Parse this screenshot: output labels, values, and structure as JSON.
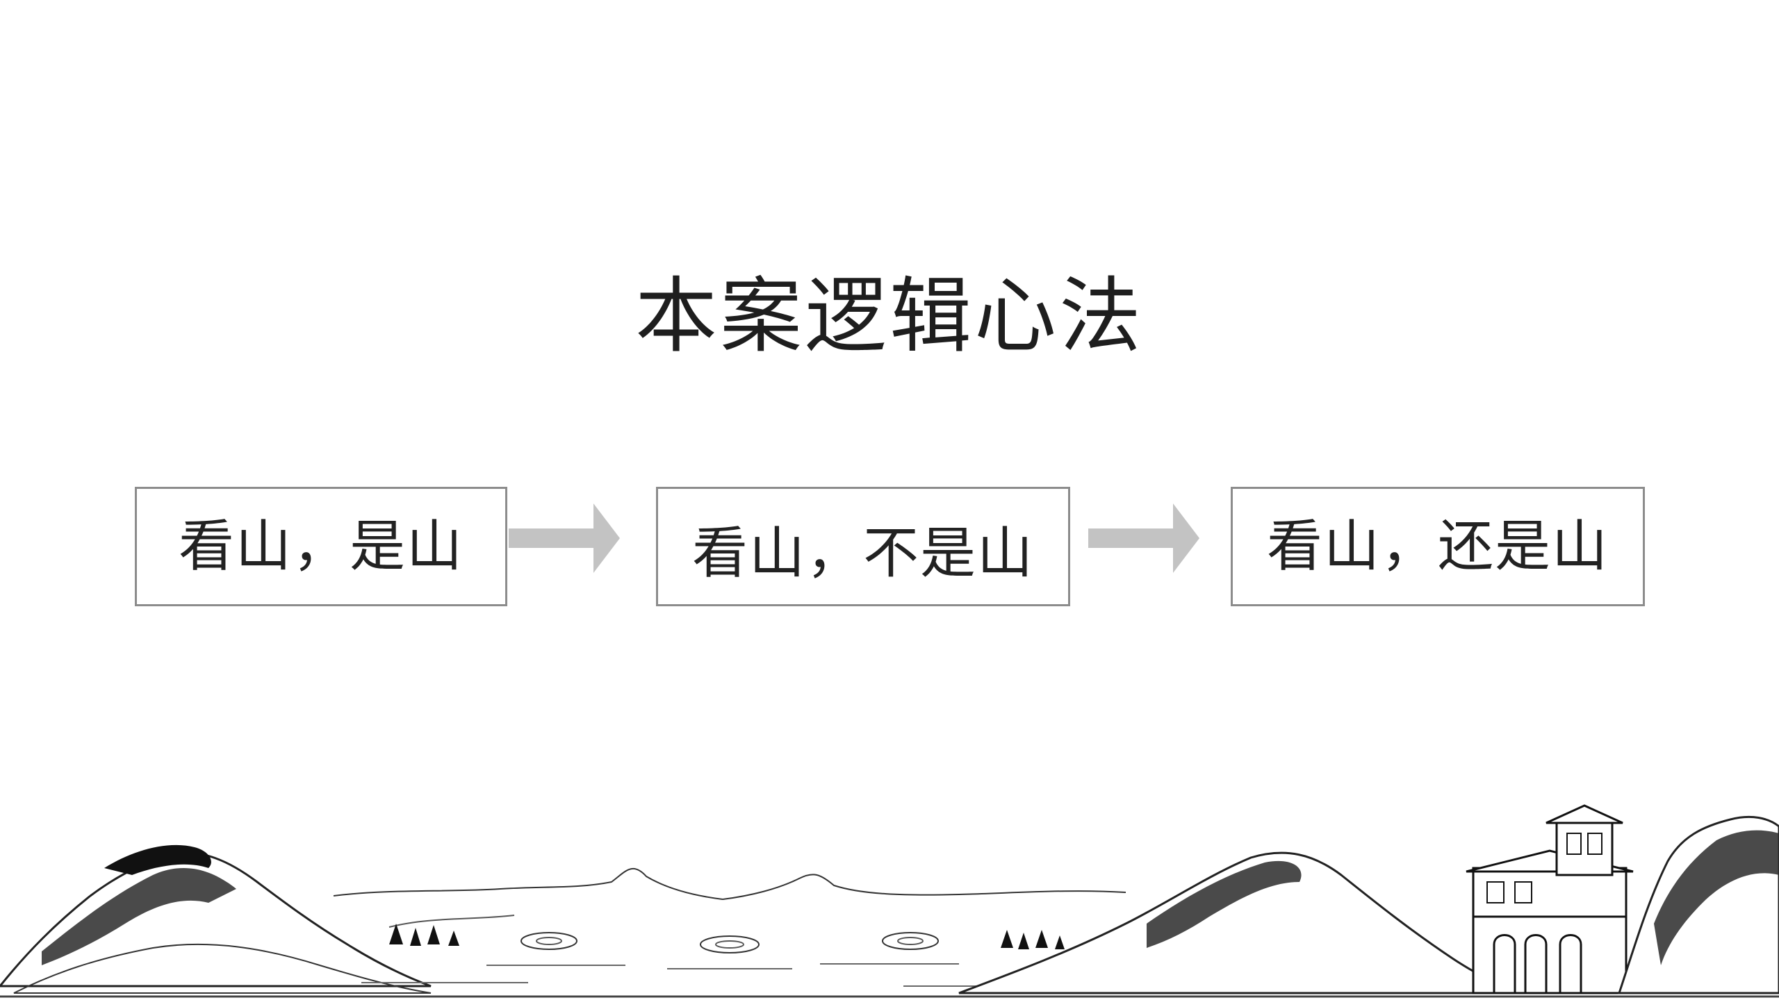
{
  "slide": {
    "title": "本案逻辑心法",
    "stages": [
      {
        "label": "看山，是山"
      },
      {
        "label": "看山，不是山"
      },
      {
        "label": "看山，还是山"
      }
    ],
    "arrow_color": "#c3c3c3",
    "box_border_color": "#8c8c8c",
    "text_color": "#222222",
    "decoration": "ink-landscape-illustration"
  }
}
